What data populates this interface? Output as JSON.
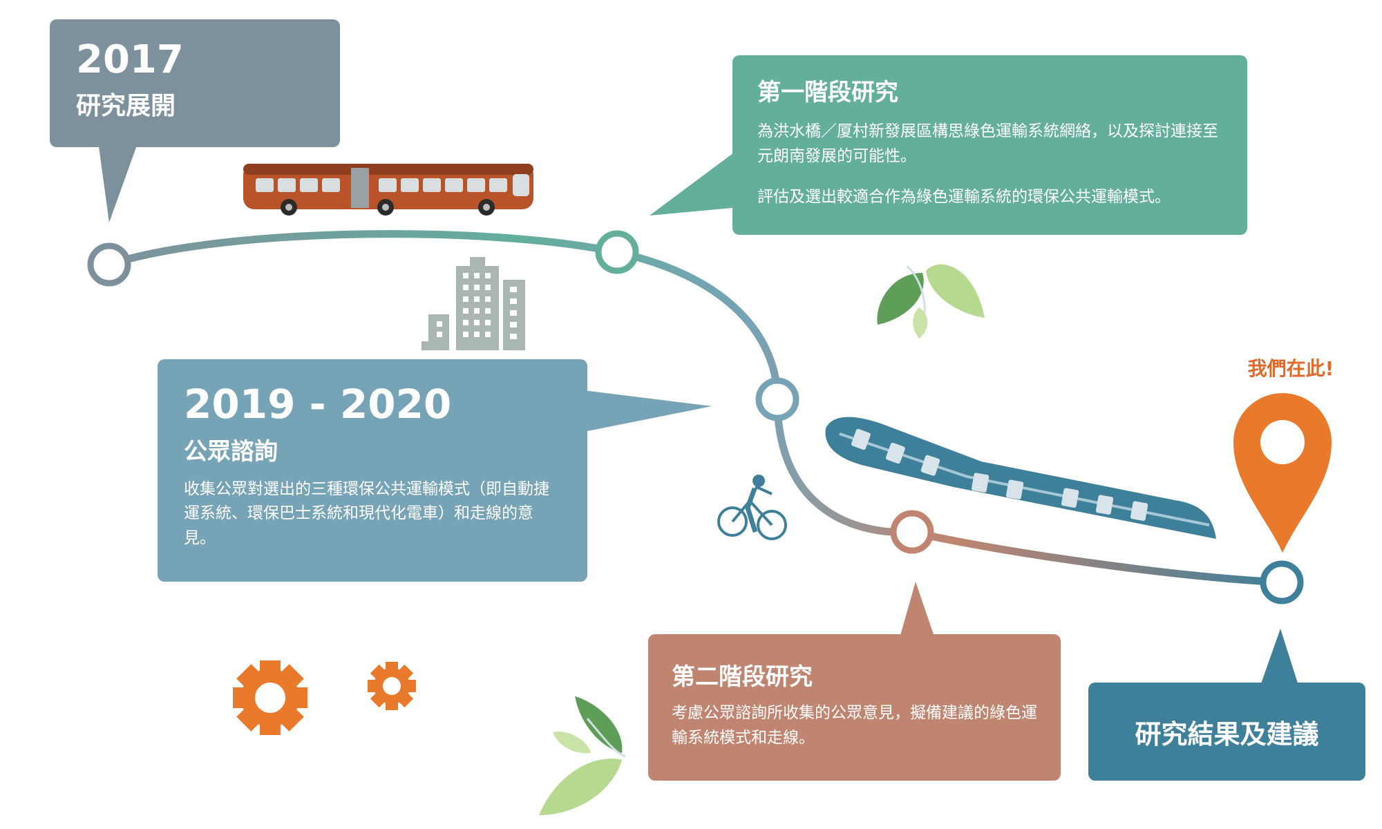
{
  "milestones": {
    "m2017": {
      "year": "2017",
      "title": "研究展開"
    },
    "stage1": {
      "title": "第一階段研究",
      "paragraphs": [
        "為洪水橋／厦村新發展區構思綠色運輸系統網絡，以及探討連接至元朗南發展的可能性。",
        "評估及選出較適合作為綠色運輸系統的環保公共運輸模式。"
      ]
    },
    "m2019": {
      "year": "2019 - 2020",
      "title": "公眾諮詢",
      "body": "收集公眾對選出的三種環保公共運輸模式（即自動捷運系統、環保巴士系統和現代化電車）和走線的意見。"
    },
    "stage2": {
      "title": "第二階段研究",
      "body": "考慮公眾諮詢所收集的公眾意見，擬備建議的綠色運輸系統模式和走線。"
    },
    "result": {
      "title": "研究結果及建議"
    }
  },
  "marker": {
    "label": "我們在此!"
  },
  "icons": [
    "bus-icon",
    "city-buildings-icon",
    "leaves-icon",
    "cyclist-icon",
    "train-icon",
    "map-pin-icon",
    "gear-icon"
  ],
  "colors": {
    "grey": "#7c919c",
    "teal": "#64ae9c",
    "steel_blue": "#76a3b6",
    "terracotta": "#c08570",
    "dark_blue": "#3e7f9a",
    "orange": "#e97a2b",
    "pin_label": "#e06a2b"
  }
}
